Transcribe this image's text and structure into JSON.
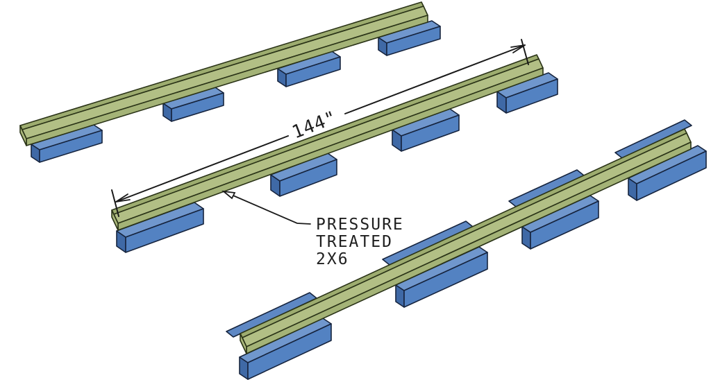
{
  "annotations": {
    "dimension_label": "144\"",
    "callout": {
      "line1": "PRESSURE",
      "line2": "TREATED",
      "line3": "2X6"
    }
  },
  "colors": {
    "background": "#ffffff",
    "board_top": "#b2bf85",
    "board_strip": "#9dac6f",
    "board_front": "#a4b377",
    "board_end": "#abb87c",
    "board_outline": "#2a3317",
    "block_top": "#7097cd",
    "block_front": "#5382c2",
    "block_end": "#3f69a6",
    "block_strip": "#5e88c4",
    "block_outline": "#16243e",
    "line_color": "#1a1a1a",
    "text_color": "#1f1f1f"
  }
}
